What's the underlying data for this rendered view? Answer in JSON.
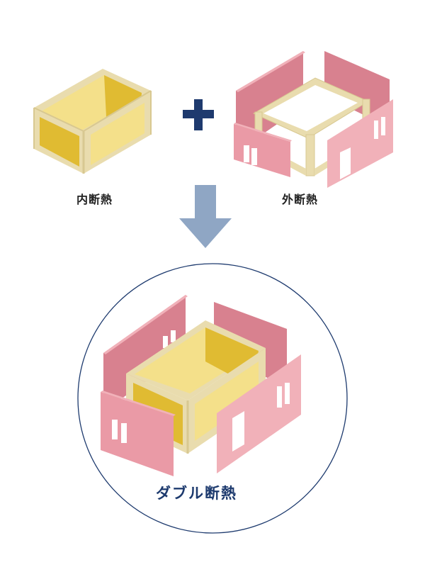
{
  "diagram": {
    "inner_insulation": {
      "label": "内断熱"
    },
    "outer_insulation": {
      "label": "外断熱"
    },
    "plus_operator": {
      "symbol": "+",
      "color": "#1e3a6e"
    },
    "result_arrow": {
      "direction": "down",
      "color": "#8fa6c4"
    },
    "result": {
      "label": "ダブル断熱",
      "circle_color": "#1d3a6e"
    }
  },
  "colors": {
    "frame_wood": "#e9dcae",
    "frame_wood_dark": "#d8c891",
    "insulation_yellow": "#e0bb32",
    "insulation_light": "#f4e08a",
    "panel_pink": "#ea9aa6",
    "panel_pink_back": "#d8818f",
    "panel_pink_light": "#f1b1b9"
  }
}
